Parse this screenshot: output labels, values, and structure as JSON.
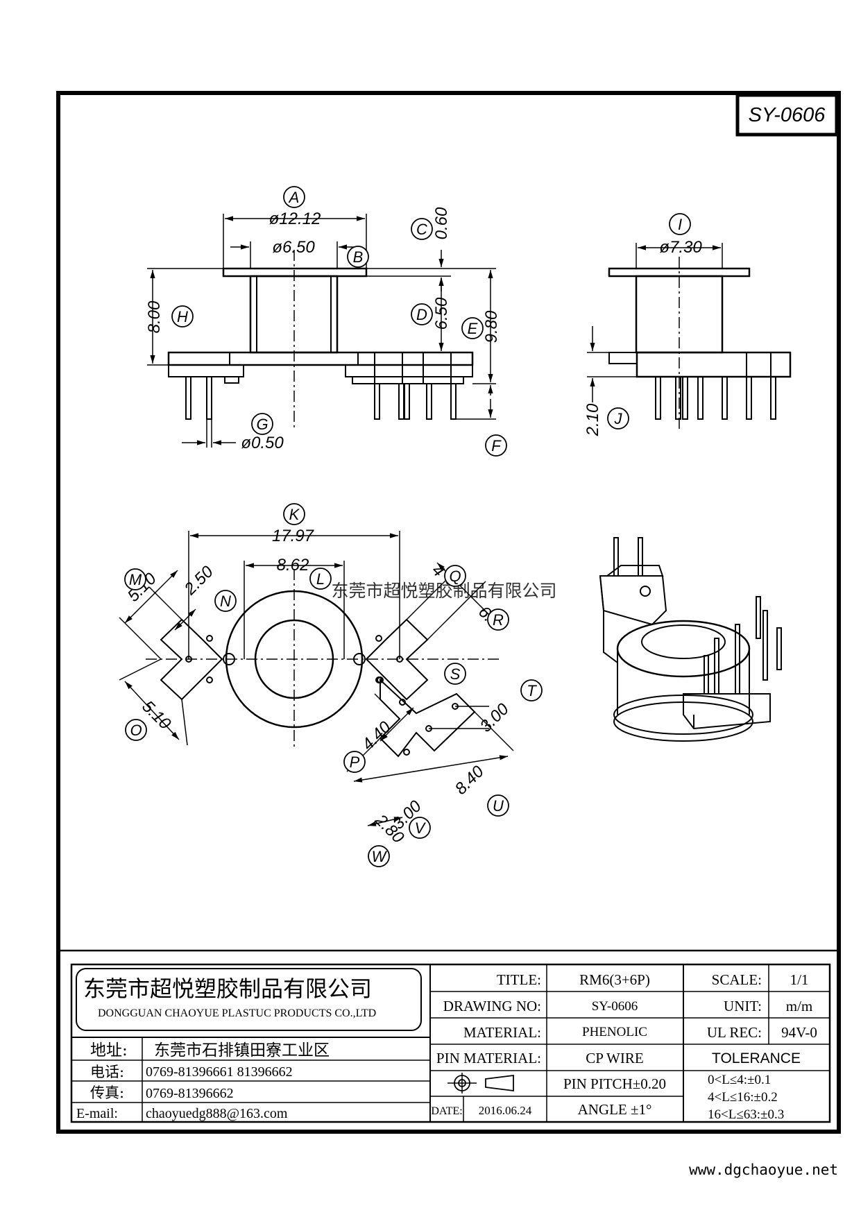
{
  "drawing_id": "SY-0606",
  "watermark": "东莞市超悦塑胶制品有限公司",
  "footer_url": "www.dgchaoyue.net",
  "circle_labels": [
    "A",
    "B",
    "C",
    "D",
    "E",
    "F",
    "G",
    "H",
    "I",
    "J",
    "K",
    "L",
    "M",
    "N",
    "O",
    "P",
    "Q",
    "R",
    "S",
    "T",
    "U",
    "V",
    "W"
  ],
  "dims": {
    "a": "ø12.12",
    "b": "ø6.50",
    "c": "0.60",
    "d": "6.50",
    "e": "9.80",
    "g": "ø0.50",
    "h": "8.00",
    "i": "ø7.30",
    "j": "2.10",
    "k": "17.97",
    "l": "8.62",
    "m": "5.10",
    "n": "2.50",
    "o": "5.10",
    "p": "4.40",
    "q": "4",
    "r": "6.0",
    "t": "3.00",
    "u": "8.40",
    "v": "3.00",
    "w": "2.80"
  },
  "company": {
    "name_cn": "东莞市超悦塑胶制品有限公司",
    "name_en": "DONGGUAN CHAOYUE PLASTUC PRODUCTS CO.,LTD",
    "address_label": "地址:",
    "address": "东莞市石排镇田寮工业区",
    "phone_label": "电话:",
    "phone": "0769-81396661  81396662",
    "fax_label": "传真:",
    "fax": "0769-81396662",
    "email_label": "E-mail:",
    "email": "chaoyuedg888@163.com"
  },
  "title_block": {
    "title_label": "TITLE:",
    "title": "RM6(3+6P)",
    "drawing_no_label": "DRAWING NO:",
    "drawing_no": "SY-0606",
    "material_label": "MATERIAL:",
    "material": "PHENOLIC",
    "pin_material_label": "PIN MATERIAL:",
    "pin_material": "CP WIRE",
    "pin_pitch": "PIN PITCH±0.20",
    "date_label": "DATE:",
    "date": "2016.06.24",
    "angle": "ANGLE  ±1°",
    "scale_label": "SCALE:",
    "scale": "1/1",
    "unit_label": "UNIT:",
    "unit": "m/m",
    "ul_label": "UL REC:",
    "ul": "94V-0",
    "tolerance_label": "TOLERANCE",
    "tolerance": [
      "0<L≤4:±0.1",
      "4<L≤16:±0.2",
      "16<L≤63:±0.3"
    ]
  }
}
